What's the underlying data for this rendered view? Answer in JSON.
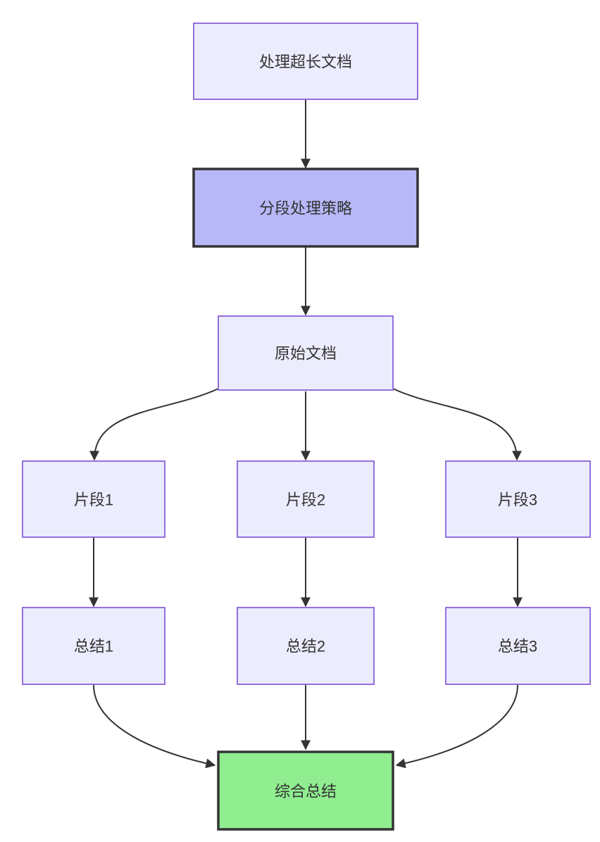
{
  "diagram": {
    "type": "flowchart",
    "direction": "top-down",
    "background": "#FFFFFF",
    "nodes": [
      {
        "id": "start",
        "label": "处理超长文档",
        "style": "default"
      },
      {
        "id": "strategy",
        "label": "分段处理策略",
        "style": "emphasis-purple"
      },
      {
        "id": "source",
        "label": "原始文档",
        "style": "default"
      },
      {
        "id": "chunk1",
        "label": "片段1",
        "style": "default"
      },
      {
        "id": "chunk2",
        "label": "片段2",
        "style": "default"
      },
      {
        "id": "chunk3",
        "label": "片段3",
        "style": "default"
      },
      {
        "id": "summary1",
        "label": "总结1",
        "style": "default"
      },
      {
        "id": "summary2",
        "label": "总结2",
        "style": "default"
      },
      {
        "id": "summary3",
        "label": "总结3",
        "style": "default"
      },
      {
        "id": "final",
        "label": "综合总结",
        "style": "emphasis-green"
      }
    ],
    "edges": [
      {
        "from": "start",
        "to": "strategy"
      },
      {
        "from": "strategy",
        "to": "source"
      },
      {
        "from": "source",
        "to": "chunk1"
      },
      {
        "from": "source",
        "to": "chunk2"
      },
      {
        "from": "source",
        "to": "chunk3"
      },
      {
        "from": "chunk1",
        "to": "summary1"
      },
      {
        "from": "chunk2",
        "to": "summary2"
      },
      {
        "from": "chunk3",
        "to": "summary3"
      },
      {
        "from": "summary1",
        "to": "final"
      },
      {
        "from": "summary2",
        "to": "final"
      },
      {
        "from": "summary3",
        "to": "final"
      }
    ],
    "colors": {
      "node_fill": "#ECECFF",
      "node_border": "#9370DB",
      "emphasis_purple_fill": "#B8B8F8",
      "emphasis_green_fill": "#90EE90",
      "emphasis_border": "#333333",
      "edge": "#333333",
      "text": "#333333"
    }
  }
}
